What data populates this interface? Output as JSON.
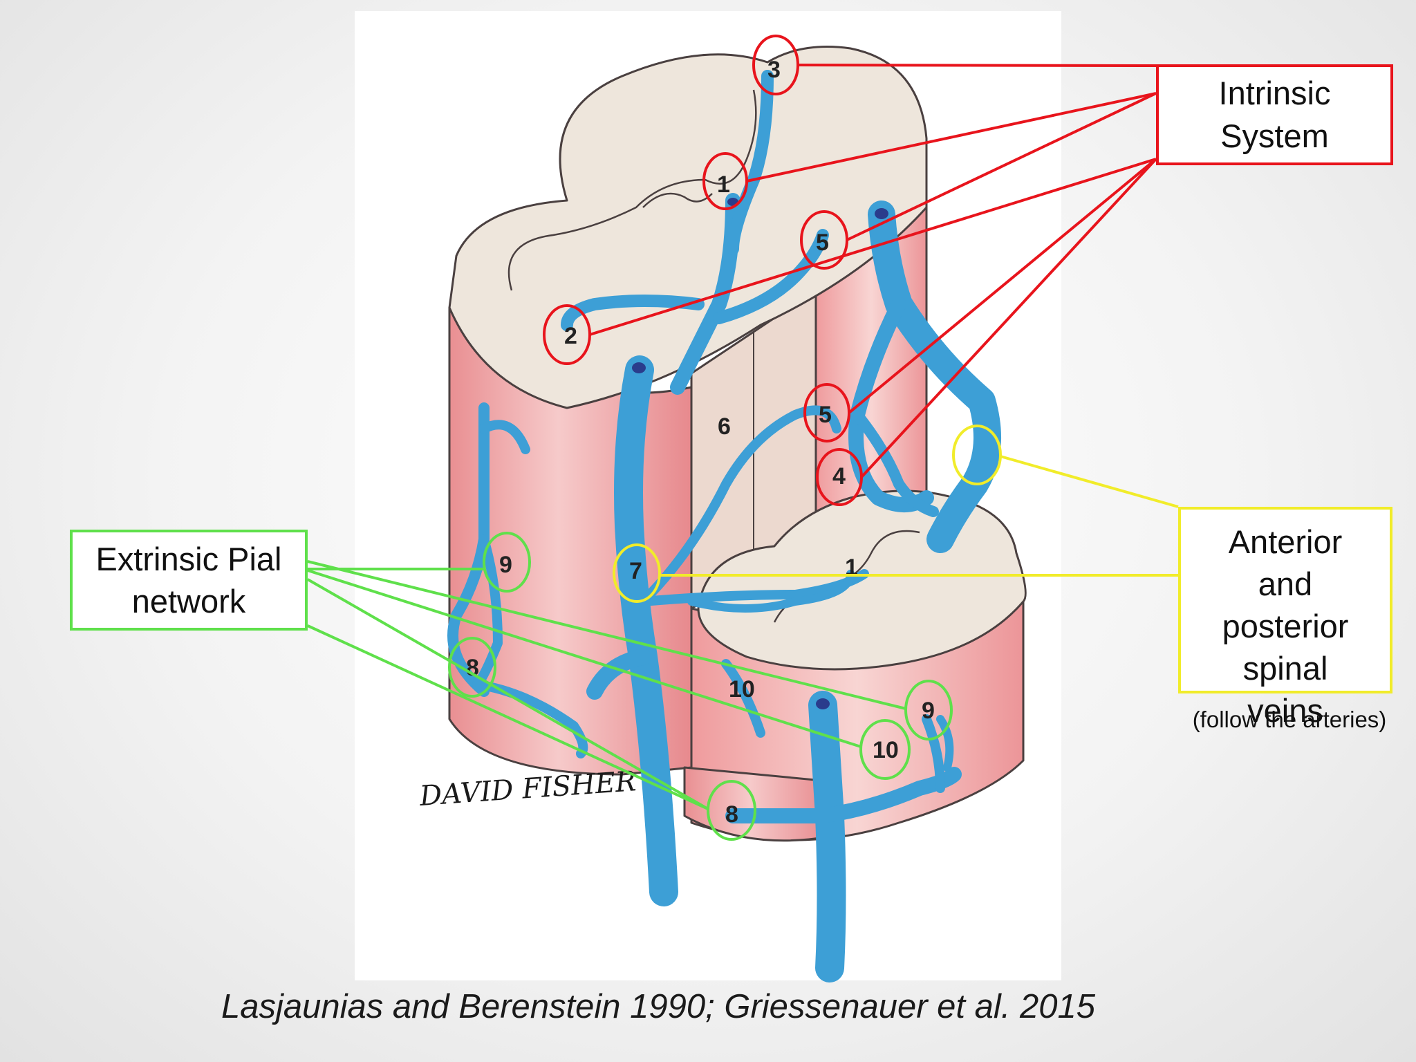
{
  "labels": {
    "intrinsic_box": [
      "Intrinsic",
      "System"
    ],
    "extrinsic_box": [
      "Extrinsic Pial",
      "network"
    ],
    "veins_box": [
      "Anterior",
      "and",
      "posterior",
      "spinal",
      "veins"
    ],
    "veins_note": "(follow the arteries)",
    "citation": "Lasjaunias and Berenstein 1990; Griessenauer et al. 2015"
  },
  "illustration": {
    "signature": "DAVID FISHER",
    "numbers": {
      "n1_top": "1",
      "n2": "2",
      "n3": "3",
      "n4": "4",
      "n5_top": "5",
      "n5_mid": "5",
      "n6": "6",
      "n7": "7",
      "n8_left": "8",
      "n8_bottom": "8",
      "n9_left": "9",
      "n9_right": "9",
      "n10_center": "10",
      "n10_right": "10",
      "n1_lower": "1"
    }
  },
  "colors": {
    "intrinsic": "#e8141c",
    "extrinsic": "#5fe04b",
    "veins": "#f1ec2a",
    "vessel": "#3d9fd6",
    "cord_surface": "#efe5da",
    "cord_side": "#eba0a0"
  }
}
